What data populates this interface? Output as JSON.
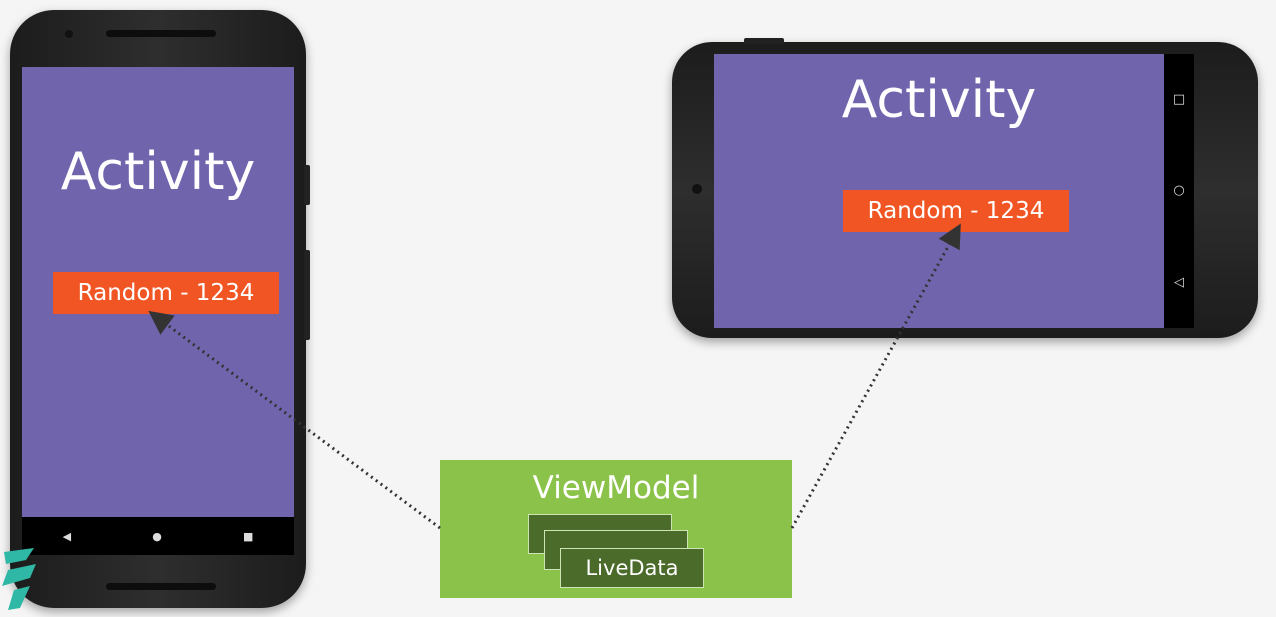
{
  "portrait_phone": {
    "activity_title": "Activity",
    "random_label": "Random - 1234",
    "nav": {
      "back_icon": "◀",
      "home_icon": "●",
      "recents_icon": "■"
    }
  },
  "landscape_phone": {
    "activity_title": "Activity",
    "random_label": "Random - 1234",
    "nav": {
      "recents_icon": "□",
      "home_icon": "○",
      "back_icon": "◁"
    }
  },
  "viewmodel": {
    "title": "ViewModel",
    "livedata_label": "LiveData"
  },
  "colors": {
    "screen": "#7064ad",
    "random_box": "#f05523",
    "viewmodel": "#8bc34a",
    "livedata": "#4a6b2a"
  }
}
